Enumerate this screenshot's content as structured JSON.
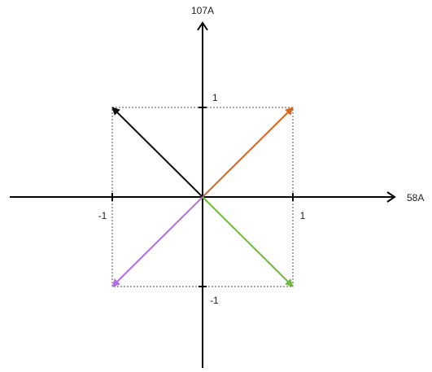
{
  "axes": {
    "x_label": "58A",
    "y_label": "107A",
    "color": "#000000"
  },
  "ticks": {
    "x_pos": "1",
    "x_neg": "-1",
    "y_pos": "1",
    "y_neg": "-1"
  },
  "unit_box": {
    "x_range": [
      -1,
      1
    ],
    "y_range": [
      -1,
      1
    ],
    "style": "dotted",
    "color": "#555555"
  },
  "vectors": [
    {
      "id": "q1",
      "from": [
        0,
        0
      ],
      "to": [
        1,
        1
      ],
      "color": "#d9661f"
    },
    {
      "id": "q2",
      "from": [
        0,
        0
      ],
      "to": [
        -1,
        1
      ],
      "color": "#111111"
    },
    {
      "id": "q3",
      "from": [
        0,
        0
      ],
      "to": [
        -1,
        -1
      ],
      "color": "#b36ee6"
    },
    {
      "id": "q4",
      "from": [
        0,
        0
      ],
      "to": [
        1,
        -1
      ],
      "color": "#6fba3b"
    }
  ]
}
